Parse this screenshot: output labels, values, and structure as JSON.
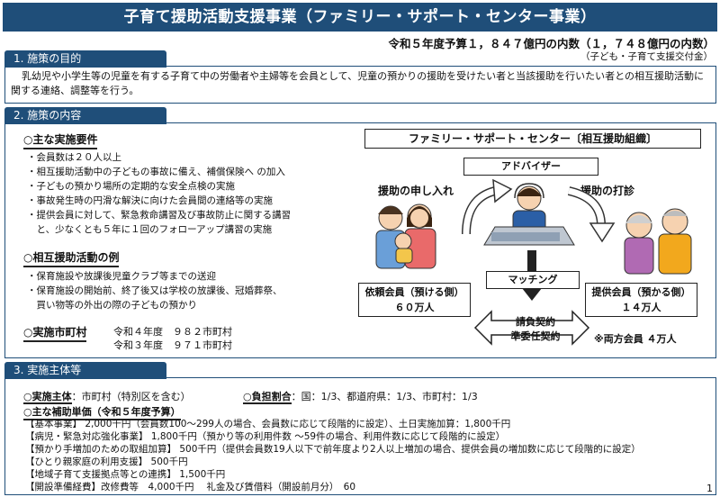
{
  "title": "子育て援助活動支援事業（ファミリー・サポート・センター事業）",
  "budget": {
    "main": "令和５年度予算１，８４７億円の内数（１，７４８億円の内数）",
    "sub": "（子ども・子育て支援交付金）"
  },
  "section1": {
    "heading": "1. 施策の目的",
    "text": "乳幼児や小学生等の児童を有する子育て中の労働者や主婦等を会員として、児童の預かりの援助を受けたい者と当該援助を行いたい者との相互援助活動に関する連絡、調整等を行う。"
  },
  "section2": {
    "heading": "2. 施策の内容",
    "requirements": {
      "title": "○主な実施要件",
      "items": [
        "・会員数は２０人以上",
        "・相互援助活動中の子どもの事故に備え、補償保険へ の加入",
        "・子どもの預かり場所の定期的な安全点検の実施",
        "・事故発生時の円滑な解決に向けた会員間の連絡等の実施",
        "・提供会員に対して、緊急救命講習及び事故防止に関する講習",
        "　と、少なくとも５年に１回のフォローアップ講習の実施"
      ]
    },
    "examples": {
      "title": "○相互援助活動の例",
      "items": [
        "・保育施設や放課後児童クラブ等までの送迎",
        "・保育施設の開始前、終了後又は学校の放課後、冠婚葬祭、",
        "　買い物等の外出の際の子どもの預かり"
      ]
    },
    "municipalities": {
      "title": "○実施市町村",
      "rows": [
        "令和４年度　９８２市町村",
        "令和３年度　９７１市町村"
      ]
    },
    "diagram": {
      "title": "ファミリー・サポート・センター〔相互援助組織〕",
      "advisor": "アドバイザー",
      "request": "援助の申し入れ",
      "offer": "援助の打診",
      "matching": "マッチング",
      "contract_1": "請負契約",
      "contract_2": "準委任契約",
      "client_title": "依頼会員（預ける側）",
      "client_count": "６０万人",
      "provider_title": "提供会員（預かる側）",
      "provider_count": "１４万人",
      "both_members": "※両方会員 ４万人"
    }
  },
  "section3": {
    "heading": "3. 実施主体等",
    "entity_label": "○実施主体",
    "entity_value": "：市町村（特別区を含む）",
    "share_label": "○負担割合",
    "share_value": "：国：1/3、都道府県：1/3、市町村：1/3",
    "subsidy_title": "○主な補助単価（令和５年度予算）",
    "lines": [
      "【基本事業】 2,000千円（会員数100～299人の場合、会員数に応じて段階的に設定）、土日実施加算：1,800千円",
      "【病児・緊急対応強化事業】 1,800千円（預かり等の利用件数 ～59件の場合、利用件数に応じて段階的に設定）",
      "【預かり手増加のための取組加算】 500千円（提供会員数19人以下で前年度より2人以上増加の場合、提供会員の増加数に応じて段階的に設定）",
      "【ひとり親家庭の利用支援】 500千円",
      "【地域子育て支援拠点等との連携】 1,500千円",
      "【開設準備経費】改修費等　4,000千円　 礼金及び賃借料（開設前月分）　60"
    ]
  },
  "page_number": "1",
  "colors": {
    "header": "#1f4e79",
    "arrow_fill": "#ffffff",
    "matching_fill": "#ffffff"
  }
}
